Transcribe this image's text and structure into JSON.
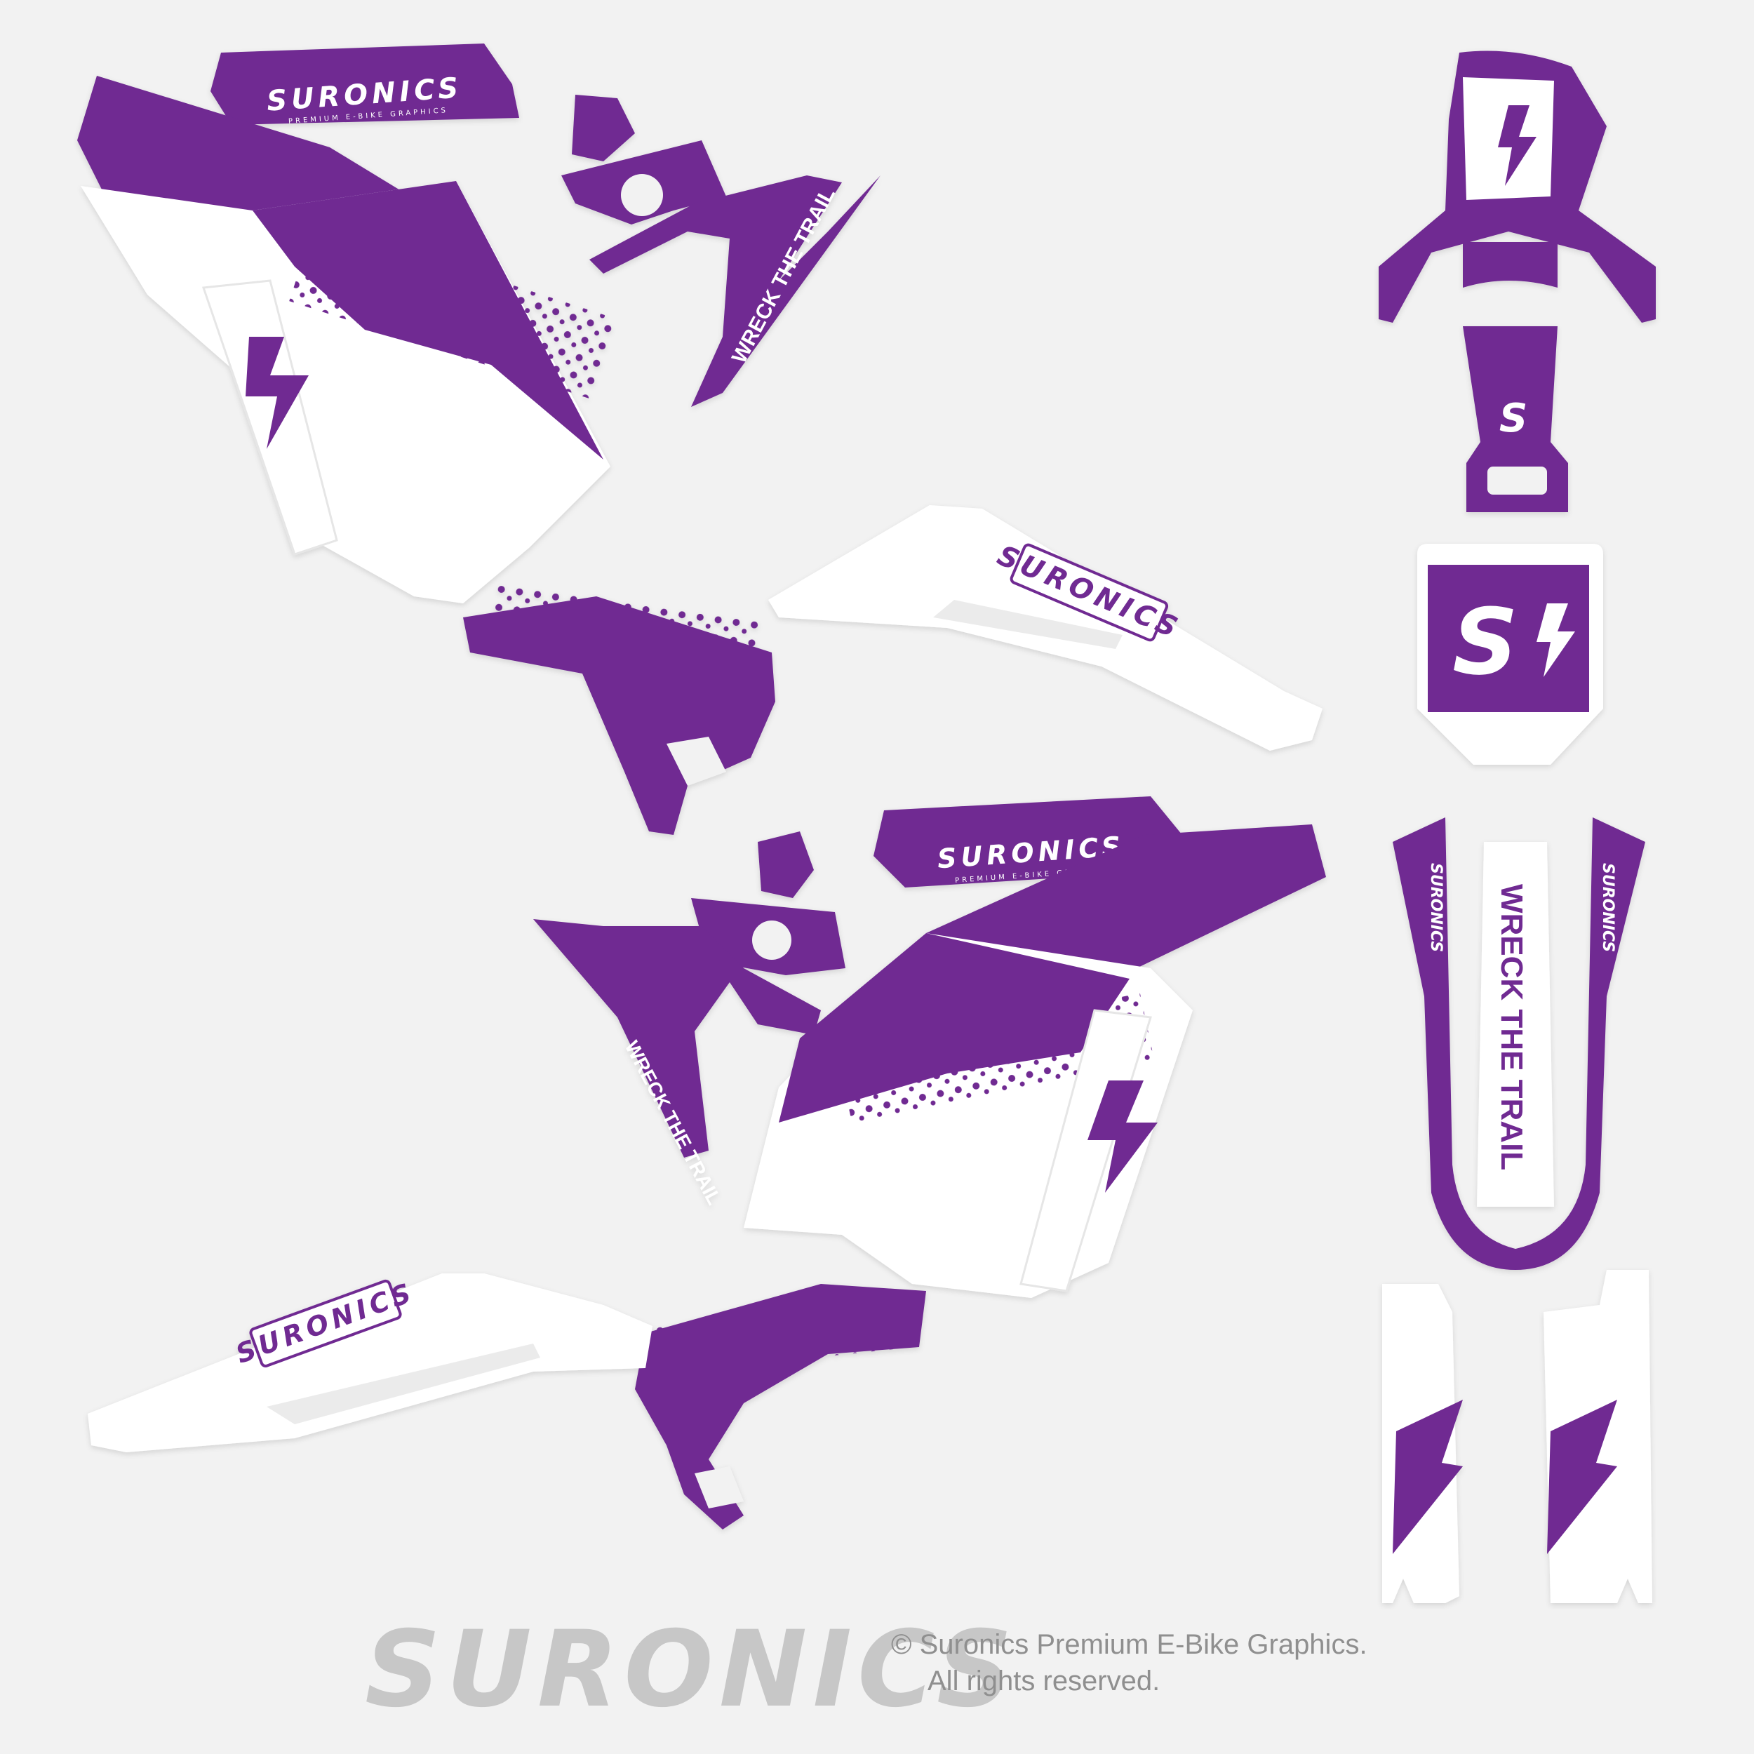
{
  "brand": {
    "name": "SURONICS",
    "tagline": "PREMIUM E-BIKE GRAPHICS",
    "slogan": "WRECK THE TRAIL",
    "monogram": "S",
    "primary_color": "#6f2a92",
    "white": "#ffffff",
    "background": "#f2f2f2"
  },
  "footer": {
    "logo": "SURONICS",
    "copyright": "© Suronics Premium E-Bike Graphics.",
    "rights": "All rights reserved."
  },
  "icons": [
    "lightning-bolt-icon",
    "s-bolt-logo-icon"
  ]
}
